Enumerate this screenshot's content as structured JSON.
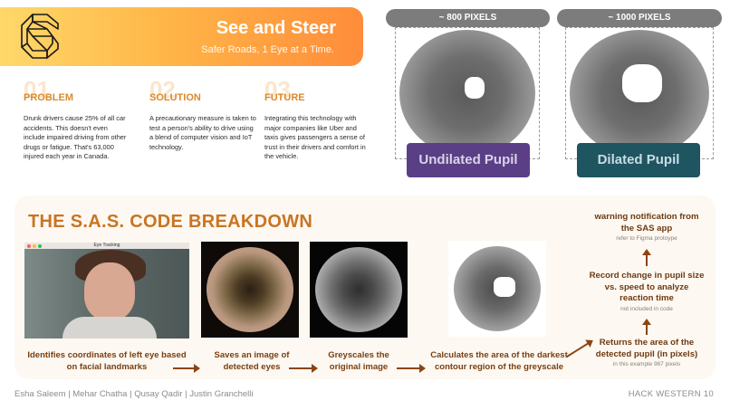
{
  "header": {
    "title": "See and Steer",
    "tagline": "Safer Roads, 1 Eye at a Time.",
    "logo_icon": "geometric-s-logo-icon"
  },
  "columns": [
    {
      "num": "01",
      "label": "PROBLEM",
      "text": "Drunk drivers cause 25% of all car accidents. This doesn't even include impaired driving from other drugs or fatigue. That's 63,000 injured each year in Canada."
    },
    {
      "num": "02",
      "label": "SOLUTION",
      "text": "A precautionary measure is taken to test a person's ability to drive using a blend of computer vision and IoT technology."
    },
    {
      "num": "03",
      "label": "FUTURE",
      "text": "Integrating this technology with major companies like Uber and taxis gives passengers a sense of trust in their drivers and comfort in the vehicle."
    }
  ],
  "pixels": [
    {
      "count": "~ 800 PIXELS",
      "label": "Undilated Pupil",
      "color": "#5b3f86"
    },
    {
      "count": "~ 1000 PIXELS",
      "label": "Dilated Pupil",
      "color": "#1f5461"
    }
  ],
  "breakdown": {
    "title": "THE S.A.S. CODE BREAKDOWN",
    "window_title": "Eye Tracking",
    "steps": [
      "Identifies coordinates of left eye based on facial landmarks",
      "Saves an image of detected eyes",
      "Greyscales the original image",
      "Calculates the area of the darkest contour region of the greyscale"
    ],
    "side": [
      {
        "text": "warning notification from the SAS app",
        "note": "refer to Figma protoype"
      },
      {
        "text": "Record change in pupil size vs. speed to analyze reaction time",
        "note": "not included in code"
      },
      {
        "text": "Returns the area of the detected pupil (in pixels)",
        "note": "in this example 987 pixels"
      }
    ]
  },
  "footer": {
    "authors": "Esha Saleem | Mehar Chatha | Qusay Qadir | Justin Granchelli",
    "event": "HACK WESTERN 10"
  },
  "colors": {
    "accent": "#c97523",
    "arrow": "#8b4513"
  }
}
